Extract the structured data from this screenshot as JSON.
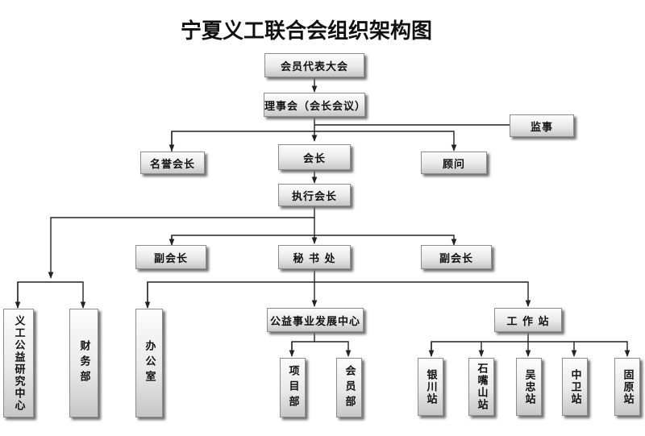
{
  "title": "宁夏义工联合会组织架构图",
  "nodes": {
    "congress": "会员代表大会",
    "council": "理事会（会长会议）",
    "supervisor": "监事",
    "honorary": "名誉会长",
    "president": "会长",
    "advisor": "顾问",
    "exec": "执行会长",
    "vp_left": "副会长",
    "secretariat": "秘 书 处",
    "vp_right": "副会长",
    "research": "义工公益研究中心",
    "finance": "财务部",
    "office": "办公室",
    "welfare": "公益事业发展中心",
    "workstation": "工 作 站",
    "project": "项目部",
    "member": "会员部",
    "yinchuan": "银川站",
    "shizuishan": "石嘴山站",
    "wuzhong": "吴忠站",
    "zhongwei": "中卫站",
    "guyuan": "固原站"
  }
}
